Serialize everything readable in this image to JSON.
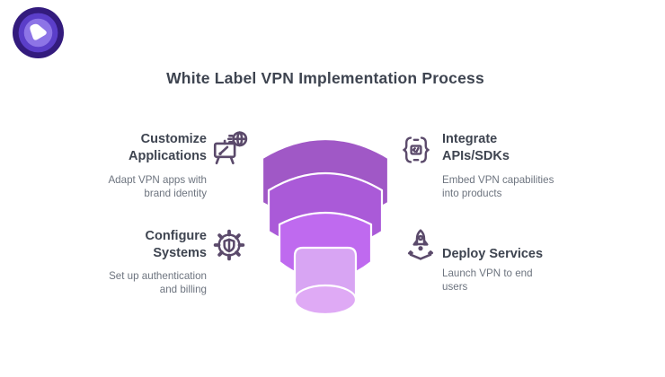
{
  "title": {
    "text": "White Label VPN Implementation Process",
    "color": "#3e4450"
  },
  "logo": {
    "outer_color": "#331b7d",
    "mid_color": "#5b3ec9",
    "inner_color": "#8d74e6",
    "mark_color": "#ffffff"
  },
  "steps": [
    {
      "id": "customize-applications",
      "icon": "easel-globe-icon",
      "title_lines": [
        "Customize",
        "Applications"
      ],
      "desc_lines": [
        "Adapt VPN apps with",
        "brand identity"
      ]
    },
    {
      "id": "integrate-apis-sdks",
      "icon": "api-code-brackets-icon",
      "title_lines": [
        "Integrate",
        "APIs/SDKs"
      ],
      "desc_lines": [
        "Embed VPN capabilities",
        "into products"
      ]
    },
    {
      "id": "configure-systems",
      "icon": "gear-shield-icon",
      "title_lines": [
        "Configure",
        "Systems"
      ],
      "desc_lines": [
        "Set up authentication",
        "and billing"
      ]
    },
    {
      "id": "deploy-services",
      "icon": "rocket-launchpad-icon",
      "title_lines": [
        "Deploy Services"
      ],
      "desc_lines": [
        "Launch VPN to end",
        "users"
      ]
    }
  ],
  "funnel": {
    "stroke_color": "#ffffff",
    "tiers": [
      {
        "label": "tier-1",
        "color": "#a058c6"
      },
      {
        "label": "tier-2",
        "color": "#aa5ad8"
      },
      {
        "label": "tier-3",
        "color": "#bf6aef"
      },
      {
        "label": "tier-4",
        "color": "#d8a5f3",
        "base_color": "#dfaaf5"
      }
    ]
  },
  "icon_style": {
    "stroke_color": "#5b4a6b"
  },
  "text_colors": {
    "heading": "#3e4450",
    "description": "#6d747f"
  }
}
